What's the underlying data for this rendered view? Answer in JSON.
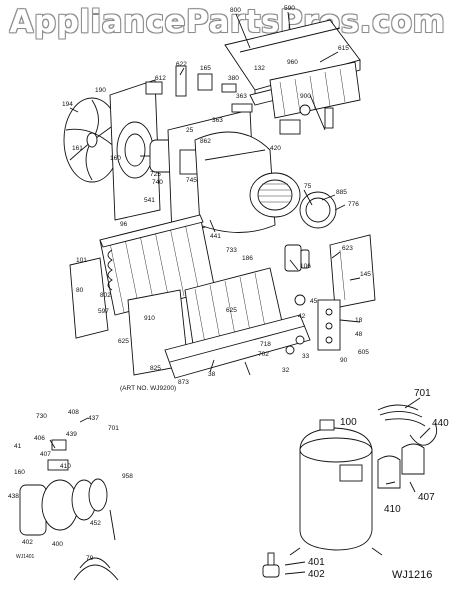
{
  "watermark": "AppliancePartsPros.com",
  "art_number": "(ART NO. WJ9200)",
  "corner_code_left": "WJ1401",
  "corner_code_right": "WJ1216",
  "callouts_main": [
    "590",
    "800",
    "615",
    "622",
    "165",
    "380",
    "132",
    "960",
    "363",
    "612",
    "190",
    "194",
    "25",
    "363",
    "900",
    "161",
    "160",
    "725",
    "740",
    "745",
    "862",
    "541",
    "420",
    "75",
    "885",
    "776",
    "96",
    "441",
    "733",
    "623",
    "101",
    "186",
    "106",
    "625",
    "625",
    "910",
    "802",
    "80",
    "145",
    "597",
    "45",
    "42",
    "18",
    "48",
    "825",
    "873",
    "702",
    "718",
    "38",
    "33",
    "32",
    "90",
    "605"
  ],
  "callouts_compressor_left": [
    "730",
    "408",
    "437",
    "701",
    "406",
    "439",
    "41",
    "407",
    "410",
    "958",
    "160",
    "438",
    "402",
    "400",
    "79",
    "452"
  ],
  "callouts_compressor_right": [
    "701",
    "440",
    "100",
    "410",
    "407",
    "401",
    "402"
  ]
}
